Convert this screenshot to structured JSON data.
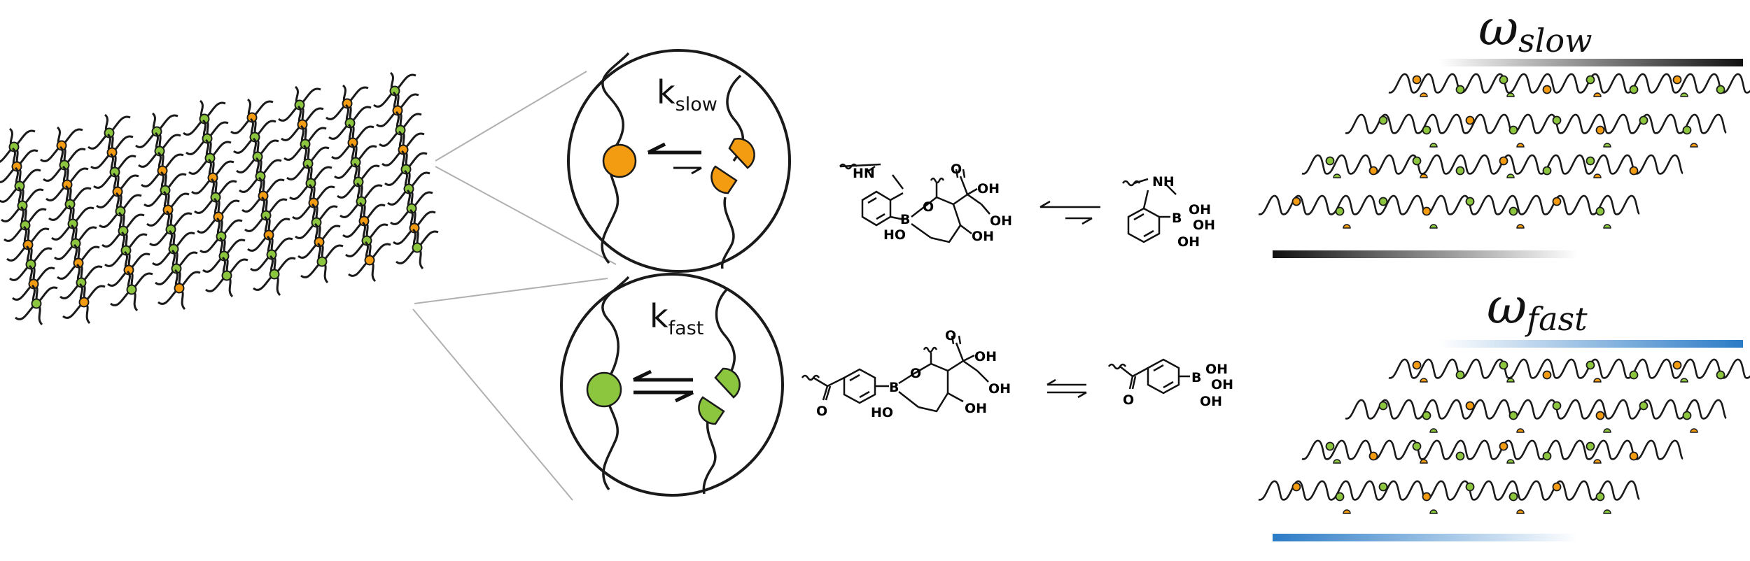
{
  "labels": {
    "k_slow": {
      "main": "k",
      "sub": "slow"
    },
    "k_fast": {
      "main": "k",
      "sub": "fast"
    },
    "omega_slow": {
      "main": "ω",
      "sub": "slow"
    },
    "omega_fast": {
      "main": "ω",
      "sub": "fast"
    }
  },
  "chem_labels": {
    "nh_top": "HN",
    "nh_right": "NH",
    "boron": "B",
    "ho": "HO",
    "oh": "OH",
    "o": "O"
  },
  "colors": {
    "orange": "#F39C12",
    "green": "#8CC63F",
    "line": "#1a1a1a",
    "gray_bar": "#111111",
    "blue_bar": "#2B7BC6",
    "leader": "#b0b0b0"
  },
  "icons": {
    "network": "polymer-network-icon",
    "slow_zoom": "slow-exchange-zoom-icon",
    "fast_zoom": "fast-exchange-zoom-icon"
  }
}
